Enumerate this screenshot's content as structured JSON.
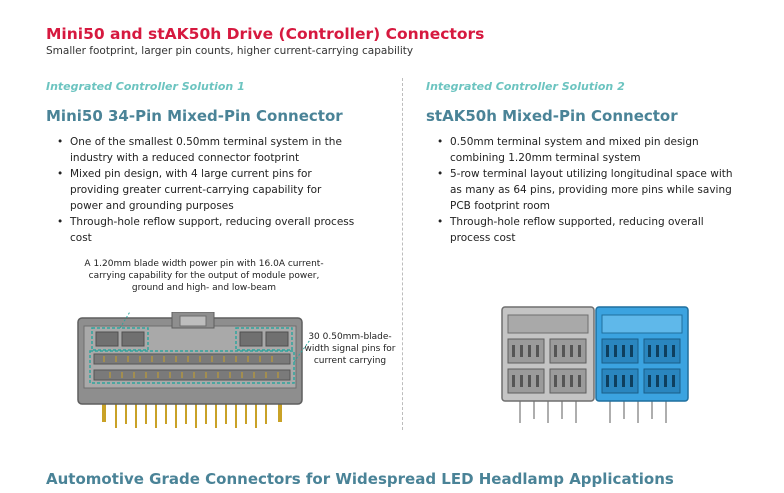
{
  "header": {
    "title": "Mini50 and stAK50h Drive (Controller) Connectors",
    "subtitle": "Smaller footprint, larger pin counts, higher current-carrying capability"
  },
  "left": {
    "label": "Integrated Controller Solution 1",
    "heading": "Mini50 34-Pin Mixed-Pin Connector",
    "bullets": [
      "One of the smallest 0.50mm terminal system in the industry with a reduced connector footprint",
      "Mixed pin design, with 4 large current pins for providing greater current-carrying capability for power and grounding purposes",
      "Through-hole reflow support, reducing overall process cost"
    ],
    "callout_power": "A 1.20mm blade width power pin with 16.0A current-carrying capability for the output of module power, ground and high- and low-beam",
    "callout_signal": "30 0.50mm-blade-width signal pins for current carrying"
  },
  "right": {
    "label": "Integrated Controller Solution 2",
    "heading": "stAK50h Mixed-Pin Connector",
    "bullets": [
      "0.50mm terminal system and mixed pin design combining 1.20mm terminal system",
      "5-row terminal layout utilizing longitudinal space with as many as 64 pins, providing more pins while saving PCB footprint room",
      "Through-hole reflow supported, reducing overall process cost"
    ]
  },
  "footer": {
    "title": "Automotive Grade Connectors for Widespread LED Headlamp Applications"
  },
  "colors": {
    "title_red": "#d6193f",
    "heading_teal": "#4a8397",
    "label_teal": "#6cc4c0",
    "connector_gray": "#8c8c8c",
    "connector_blue": "#3ba3e0",
    "pin_gold": "#c9a227"
  }
}
